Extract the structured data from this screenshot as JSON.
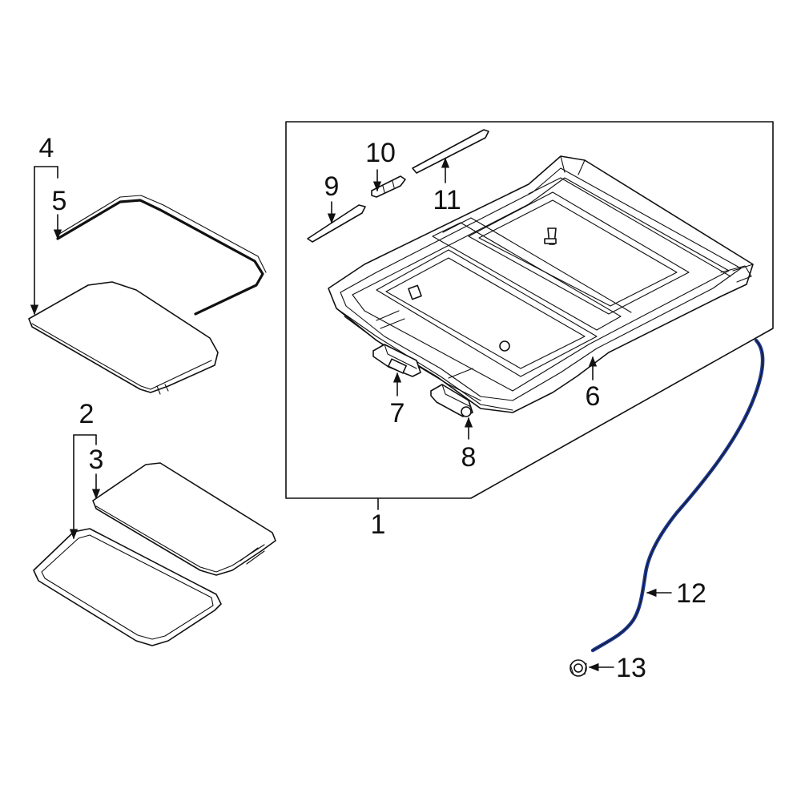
{
  "callouts": {
    "c1": "1",
    "c2": "2",
    "c3": "3",
    "c4": "4",
    "c5": "5",
    "c6": "6",
    "c7": "7",
    "c8": "8",
    "c9": "9",
    "c10": "10",
    "c11": "11",
    "c12": "12",
    "c13": "13"
  },
  "colors": {
    "line": "#111111",
    "drain_hose": "#1f3a93",
    "background": "#ffffff"
  }
}
